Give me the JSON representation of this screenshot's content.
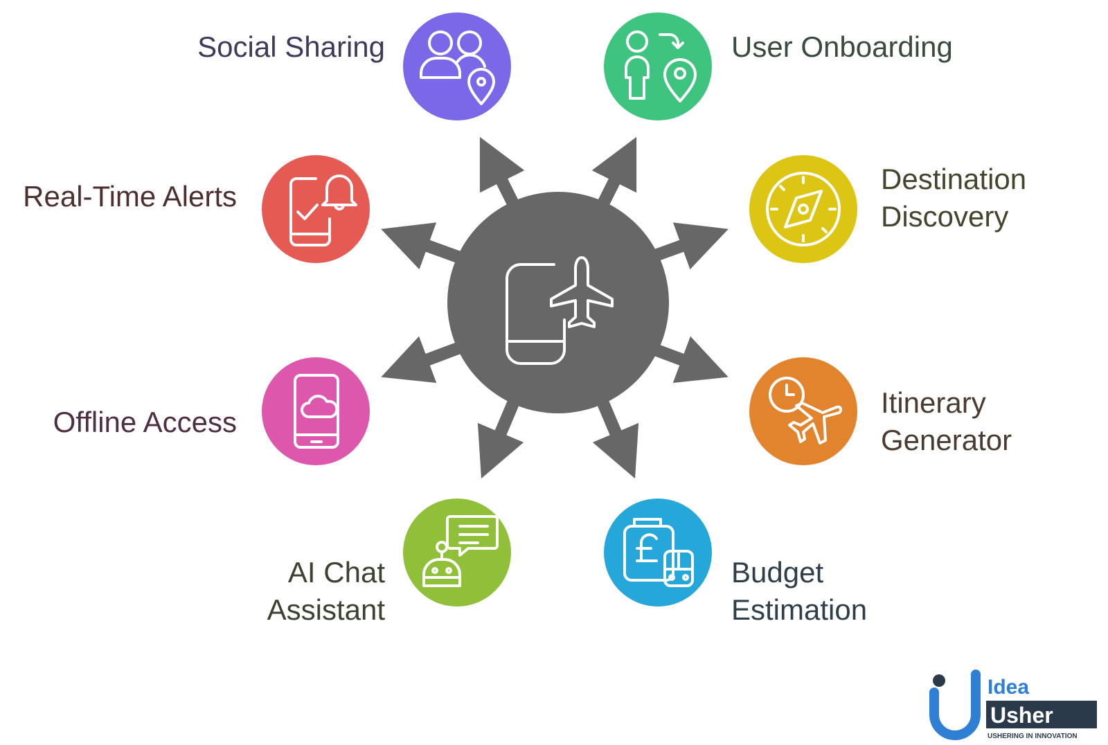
{
  "colors": {
    "hub": "#676767",
    "icon_stroke": "#ffffff",
    "logo_blue": "#2f80d4",
    "logo_dark": "#2b3a4a"
  },
  "hub": {
    "icon": "phone-airplane-icon"
  },
  "features": [
    {
      "id": "social-sharing",
      "lines": [
        "Social Sharing"
      ],
      "color": "#7b68e8",
      "text_color": "#3d3a5c",
      "icon": "people-location-icon"
    },
    {
      "id": "user-onboarding",
      "lines": [
        "User Onboarding"
      ],
      "color": "#3ec47e",
      "text_color": "#3a4a3f",
      "icon": "person-location-icon"
    },
    {
      "id": "destination-discovery",
      "lines": [
        "Destination",
        "Discovery"
      ],
      "color": "#ddc513",
      "text_color": "#45452e",
      "icon": "compass-icon"
    },
    {
      "id": "itinerary-generator",
      "lines": [
        "Itinerary",
        "Generator"
      ],
      "color": "#e2832e",
      "text_color": "#4a3b30",
      "icon": "clock-airplane-icon"
    },
    {
      "id": "budget-estimation",
      "lines": [
        "Budget",
        "Estimation"
      ],
      "color": "#25a7d9",
      "text_color": "#2e3f4a",
      "icon": "luggage-pound-icon"
    },
    {
      "id": "ai-chat-assistant",
      "lines": [
        "AI Chat",
        "Assistant"
      ],
      "color": "#90bf3a",
      "text_color": "#3b4230",
      "icon": "robot-chat-icon"
    },
    {
      "id": "offline-access",
      "lines": [
        "Offline Access"
      ],
      "color": "#dd57ad",
      "text_color": "#4e2f42",
      "icon": "phone-cloud-icon"
    },
    {
      "id": "real-time-alerts",
      "lines": [
        "Real-Time Alerts"
      ],
      "color": "#e55a52",
      "text_color": "#4d2f2f",
      "icon": "phone-bell-icon"
    }
  ],
  "logo": {
    "line1": "Idea",
    "line2": "Usher",
    "tagline": "USHERING IN INNOVATION"
  }
}
